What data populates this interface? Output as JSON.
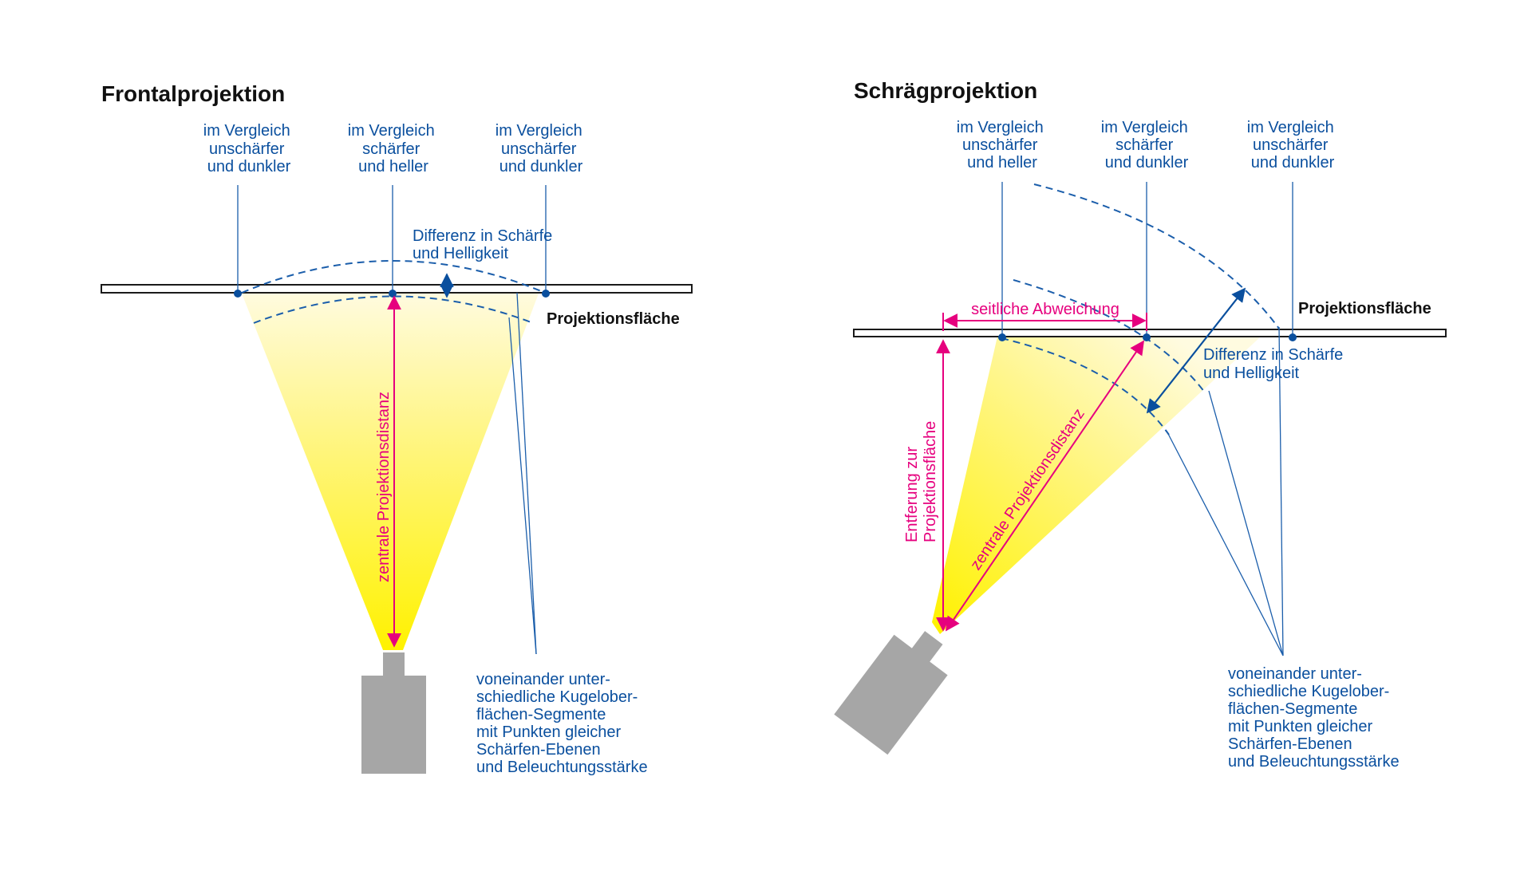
{
  "frontal": {
    "title": "Frontalprojektion",
    "label_left": [
      "im Vergleich",
      "unschärfer",
      "und dunkler"
    ],
    "label_center": [
      "im Vergleich",
      "schärfer",
      "und heller"
    ],
    "label_right": [
      "im Vergleich",
      "unschärfer",
      "und dunkler"
    ],
    "difference": [
      "Differenz in Schärfe",
      "und Helligkeit"
    ],
    "surface": "Projektionsfläche",
    "distance": "zentrale Projektionsdistanz",
    "segments": [
      "voneinander unter-",
      "schiedliche Kugelober-",
      "flächen-Segmente",
      "mit Punkten gleicher",
      "Schärfen-Ebenen",
      "und Beleuchtungsstärke"
    ]
  },
  "oblique": {
    "title": "Schrägprojektion",
    "label_left": [
      "im Vergleich",
      "unschärfer",
      "und heller"
    ],
    "label_center": [
      "im Vergleich",
      "schärfer",
      "und dunkler"
    ],
    "label_right": [
      "im Vergleich",
      "unschärfer",
      "und dunkler"
    ],
    "lateral": "seitliche Abweichung",
    "surface": "Projektionsfläche",
    "difference": [
      "Differenz in Schärfe",
      "und Helligkeit"
    ],
    "distance_to_surface": [
      "Entferung zur",
      "Projektionsfläche"
    ],
    "central_distance": "zentrale Projektionsdistanz",
    "segments": [
      "voneinander unter-",
      "schiedliche Kugelober-",
      "flächen-Segmente",
      "mit Punkten gleicher",
      "Schärfen-Ebenen",
      "und Beleuchtungsstärke"
    ]
  },
  "colors": {
    "text_blue": "#0a4f9e",
    "magenta": "#e6007e",
    "beam": "#fff200",
    "projector": "#a6a6a6"
  }
}
